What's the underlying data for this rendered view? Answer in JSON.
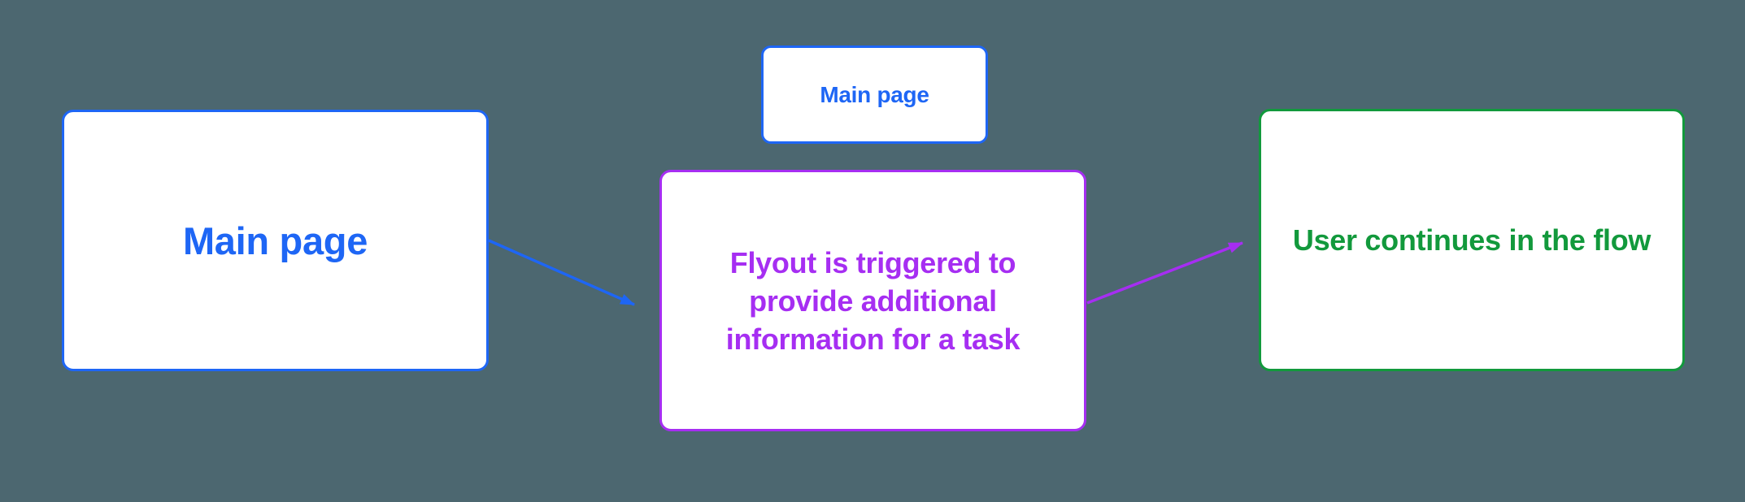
{
  "theme": {
    "blue": "#1E66F5",
    "purple": "#A62EF2",
    "green": "#12993C",
    "background": "#4C6770",
    "node_fill": "#FFFFFF"
  },
  "nodes": {
    "main_page": {
      "label": "Main page",
      "color": "#1E66F5"
    },
    "main_page_small": {
      "label": "Main page",
      "color": "#1E66F5"
    },
    "flyout": {
      "label": "Flyout is triggered to provide additional information for a task",
      "color": "#A62EF2"
    },
    "user_continues": {
      "label": "User continues in the flow",
      "color": "#12993C"
    }
  },
  "arrows": [
    {
      "name": "main-to-flyout",
      "from": "main_page",
      "to": "flyout",
      "color": "#1E66F5"
    },
    {
      "name": "flyout-to-continue",
      "from": "flyout",
      "to": "user_continues",
      "color": "#A62EF2"
    }
  ]
}
